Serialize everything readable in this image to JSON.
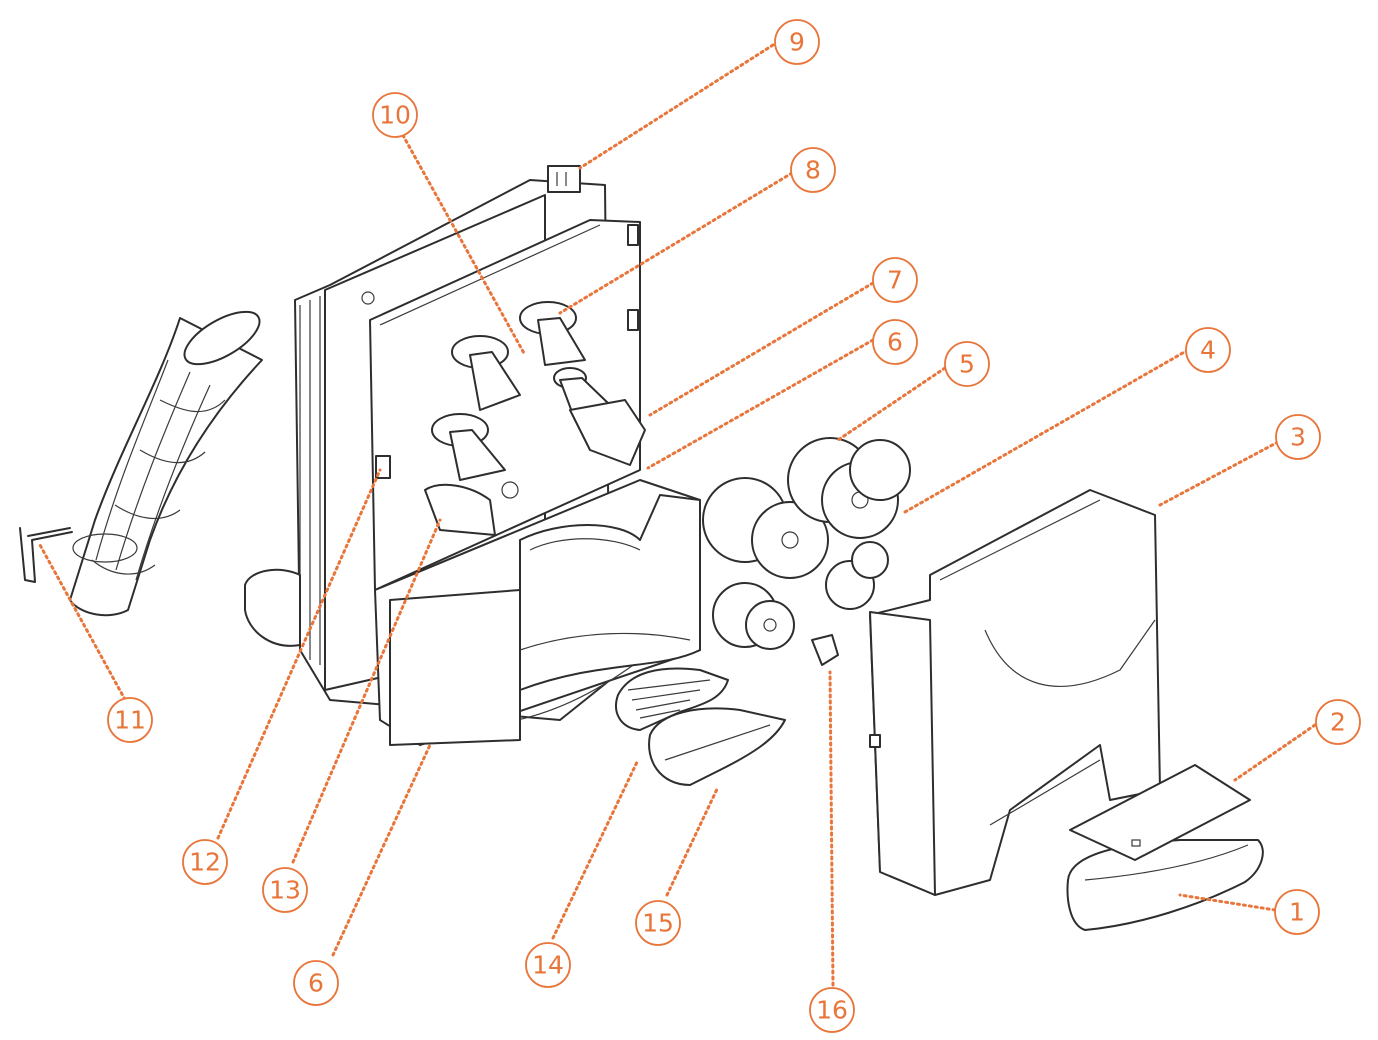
{
  "diagram": {
    "type": "exploded-parts-view",
    "accent_color": "#e8753a",
    "line_color": "#2e2e2e",
    "callouts": [
      {
        "id": "c1",
        "label": "1"
      },
      {
        "id": "c2",
        "label": "2"
      },
      {
        "id": "c3",
        "label": "3"
      },
      {
        "id": "c4",
        "label": "4"
      },
      {
        "id": "c5",
        "label": "5"
      },
      {
        "id": "c6a",
        "label": "6"
      },
      {
        "id": "c6b",
        "label": "6"
      },
      {
        "id": "c7",
        "label": "7"
      },
      {
        "id": "c8",
        "label": "8"
      },
      {
        "id": "c9",
        "label": "9"
      },
      {
        "id": "c10",
        "label": "10"
      },
      {
        "id": "c11",
        "label": "11"
      },
      {
        "id": "c12",
        "label": "12"
      },
      {
        "id": "c13",
        "label": "13"
      },
      {
        "id": "c14",
        "label": "14"
      },
      {
        "id": "c15",
        "label": "15"
      },
      {
        "id": "c16",
        "label": "16"
      }
    ]
  }
}
